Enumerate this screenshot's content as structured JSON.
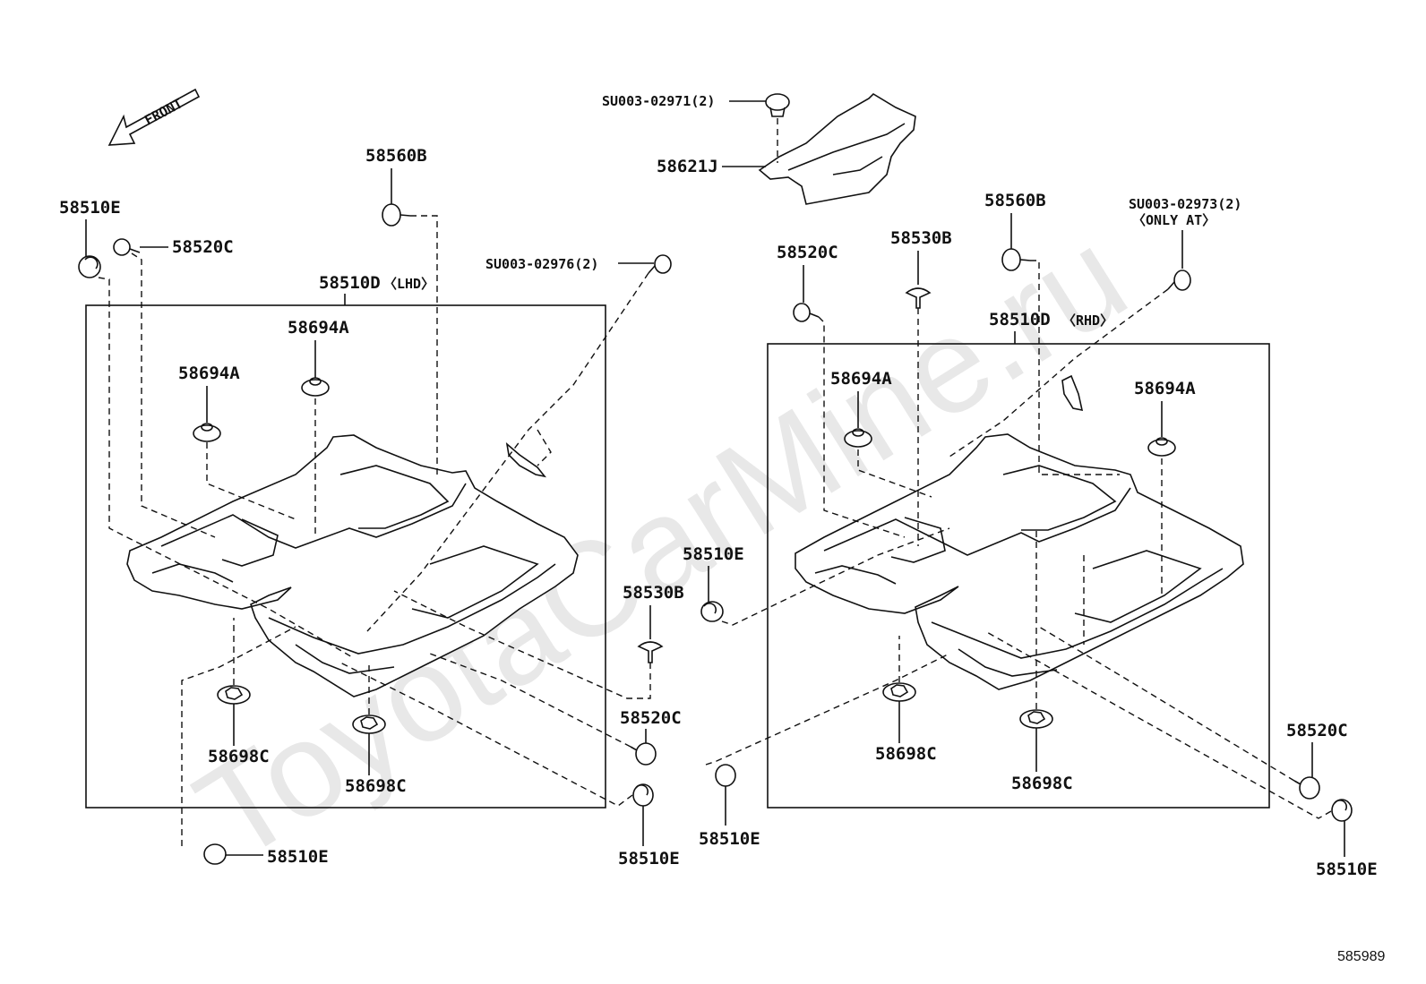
{
  "watermark": "ToyotaCarMine.ru",
  "diagram_id": "585989",
  "front_label": "FRONT",
  "left": {
    "assembly": "58510D",
    "assembly_note": "〈LHD〉",
    "labels": {
      "e1": "58510E",
      "c1": "58520C",
      "b1": "58560B",
      "su": "SU003-02976(2)",
      "a1": "58694A",
      "a2": "58694A",
      "pc1": "58698C",
      "pc2": "58698C",
      "e2": "58510E",
      "e3": "58510E",
      "c2": "58520C",
      "b2": "58530B"
    }
  },
  "top": {
    "su": "SU003-02971(2)",
    "j": "58621J"
  },
  "right": {
    "assembly": "58510D",
    "assembly_note": "〈RHD〉",
    "labels": {
      "c1": "58520C",
      "b1": "58530B",
      "b2": "58560B",
      "su": "SU003-02973(2)",
      "su_note": "〈ONLY AT〉",
      "a1": "58694A",
      "a2": "58694A",
      "pc1": "58698C",
      "pc2": "58698C",
      "e1": "58510E",
      "e2": "58510E",
      "e3": "58510E",
      "c2": "58520C"
    }
  }
}
